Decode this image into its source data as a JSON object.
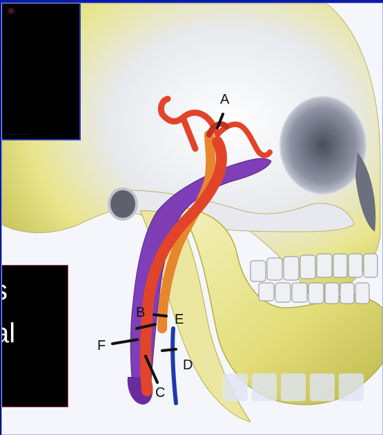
{
  "slide": {
    "text_box": {
      "line1": "s",
      "line2": "al"
    },
    "inset_video": {
      "caption": "......  ......"
    },
    "labels": {
      "A": "A",
      "B": "B",
      "C": "C",
      "D": "D",
      "E": "E",
      "F": "F"
    },
    "colors": {
      "artery": "#e2442a",
      "vein": "#6b2fa6",
      "bone": "#e6e58a",
      "background": "#00127a"
    }
  }
}
